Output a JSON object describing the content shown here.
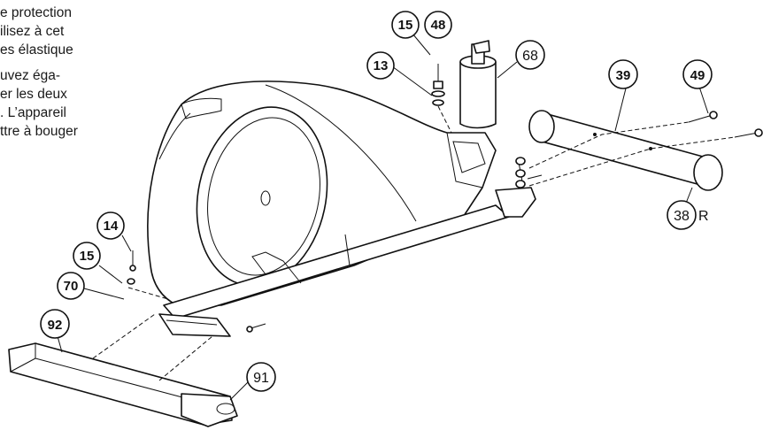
{
  "instructions": {
    "lines": [
      "e protection",
      "ilisez à cet",
      "es élastique",
      "uvez éga-",
      "er les deux",
      ". L’appareil",
      "ttre à bouger"
    ]
  },
  "callouts": {
    "c15_top": "15",
    "c48": "48",
    "c13": "13",
    "c68": "68",
    "c39": "39",
    "c49": "49",
    "c38": "38",
    "c38_suffix": "R",
    "c14": "14",
    "c15_left": "15",
    "c70": "70",
    "c92": "92",
    "c91": "91"
  }
}
